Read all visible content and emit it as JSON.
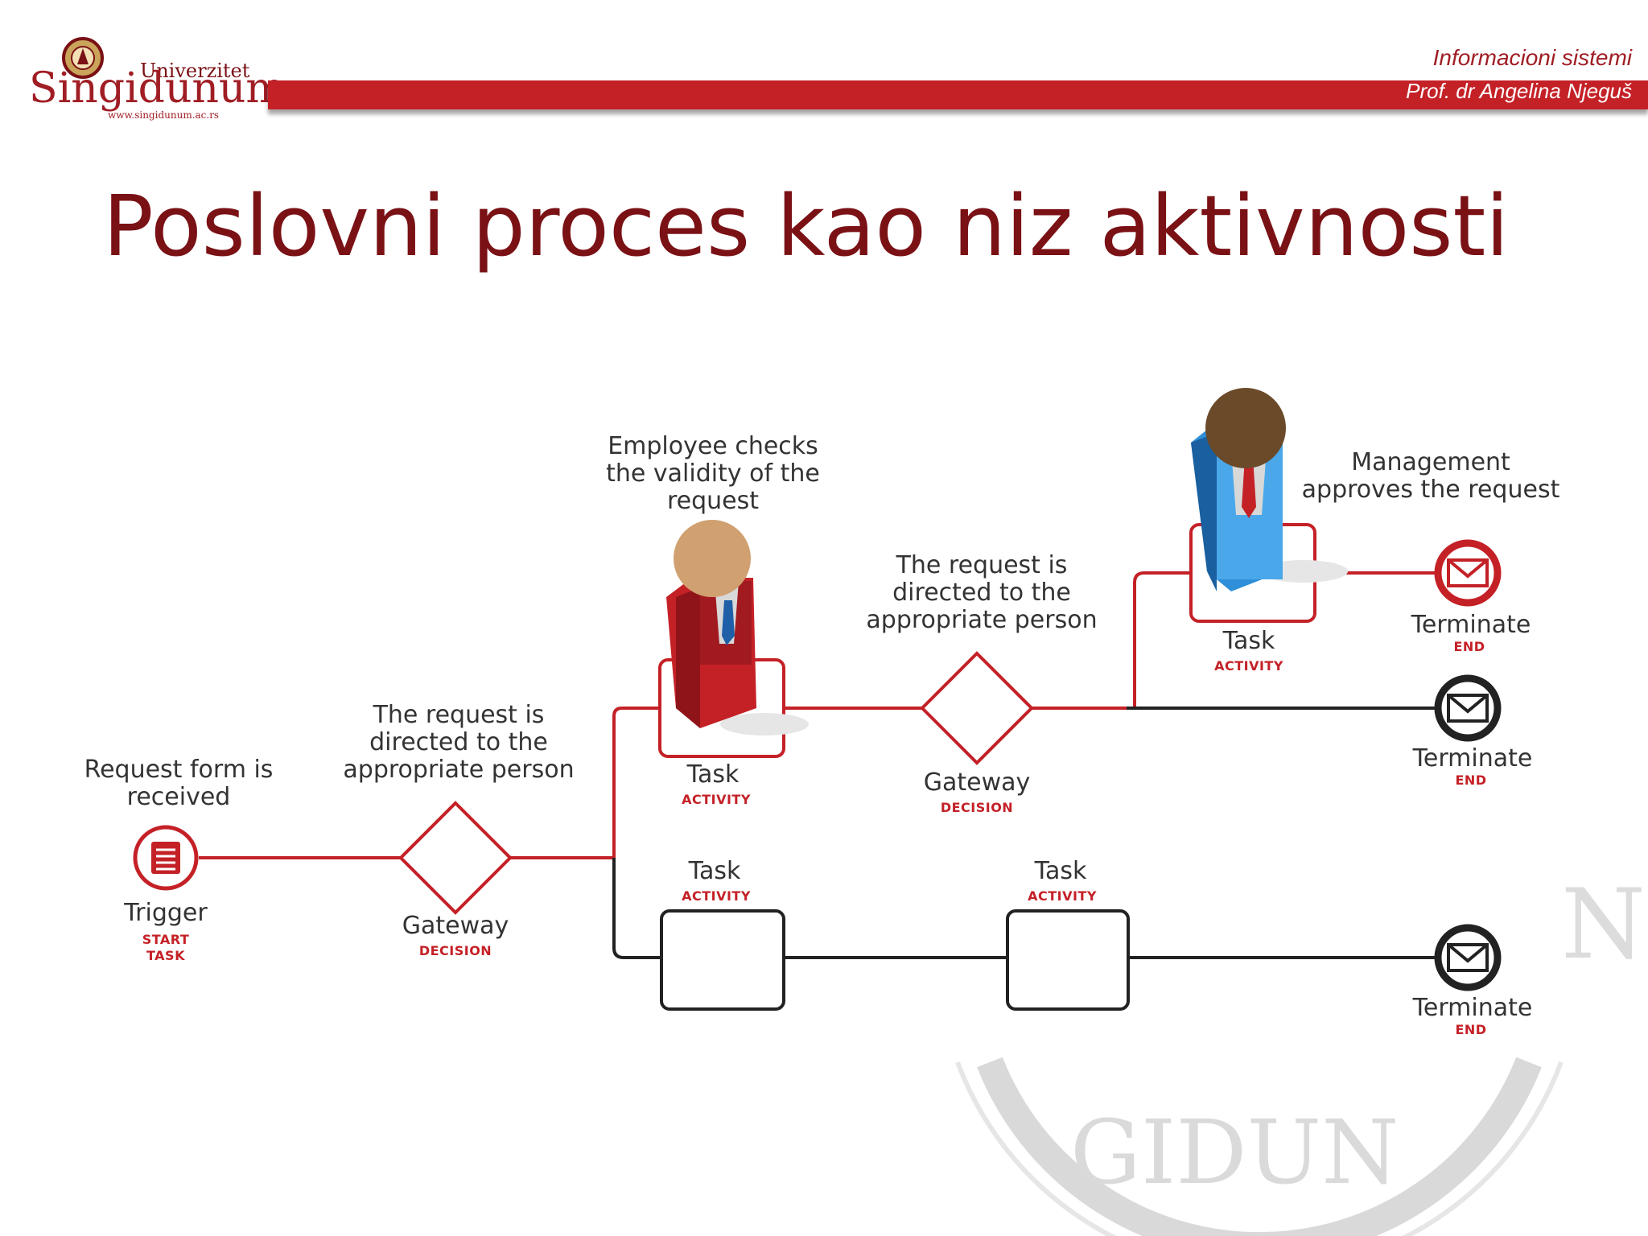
{
  "header": {
    "logo_top_word": "Univerzitet",
    "logo_main_word": "Singidunum",
    "logo_url": "www.singidunum.ac.rs",
    "course": "Informacioni sistemi",
    "author": "Prof. dr Angelina Njeguš"
  },
  "title": "Poslovni proces kao niz aktivnosti",
  "colors": {
    "accent": "#c42127",
    "title": "#7a1115",
    "line_black": "#222222"
  },
  "diagram": {
    "trigger": {
      "caption": "Request form is\nreceived",
      "label": "Trigger",
      "sub": "START\nTASK",
      "icon": "form-icon"
    },
    "gateway1": {
      "caption": "The request is\ndirected to the\nappropriate person",
      "label": "Gateway",
      "sub": "DECISION"
    },
    "task1": {
      "caption": "Employee checks\nthe validity of the\nrequest",
      "label": "Task",
      "sub": "ACTIVITY",
      "icon": "employee-red-figure-icon"
    },
    "gateway2": {
      "caption": "The request is\ndirected to the\nappropriate person",
      "label": "Gateway",
      "sub": "DECISION"
    },
    "task2": {
      "caption": "Management\napproves the request",
      "label": "Task",
      "sub": "ACTIVITY",
      "icon": "manager-blue-figure-icon"
    },
    "end1": {
      "label": "Terminate",
      "sub": "END",
      "icon": "envelope-icon"
    },
    "end2": {
      "label": "Terminate",
      "sub": "END",
      "icon": "envelope-icon"
    },
    "task3": {
      "label": "Task",
      "sub": "ACTIVITY"
    },
    "task4": {
      "label": "Task",
      "sub": "ACTIVITY"
    },
    "end3": {
      "label": "Terminate",
      "sub": "END",
      "icon": "envelope-icon"
    }
  },
  "watermark": {
    "text": "SINGIDUNUM",
    "side_text": "NI"
  }
}
